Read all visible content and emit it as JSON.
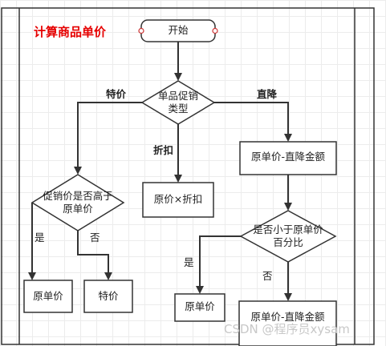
{
  "diagram": {
    "title": "计算商品单价",
    "nodes": {
      "start": "开始",
      "decision_type": [
        "单品促销",
        "类型"
      ],
      "special_check": [
        "促销价是否高于",
        "原单价"
      ],
      "discount": "原价×折扣",
      "direct_minus": "原单价-直降金额",
      "percent_check": [
        "是否小于原单价",
        "百分比"
      ],
      "left_orig": "原单价",
      "left_special": "特价",
      "right_orig": "原单价",
      "right_result": "原单价-直降金额"
    },
    "edges": {
      "special": "特价",
      "discount": "折扣",
      "direct": "直降",
      "yes_left": "是",
      "no_left": "否",
      "yes_right": "是",
      "no_right": "否"
    }
  },
  "watermark": "CSDN @程序员xysam",
  "colors": {
    "line": "#333333",
    "title": "#e60000",
    "start_dot": "#cc3333"
  }
}
